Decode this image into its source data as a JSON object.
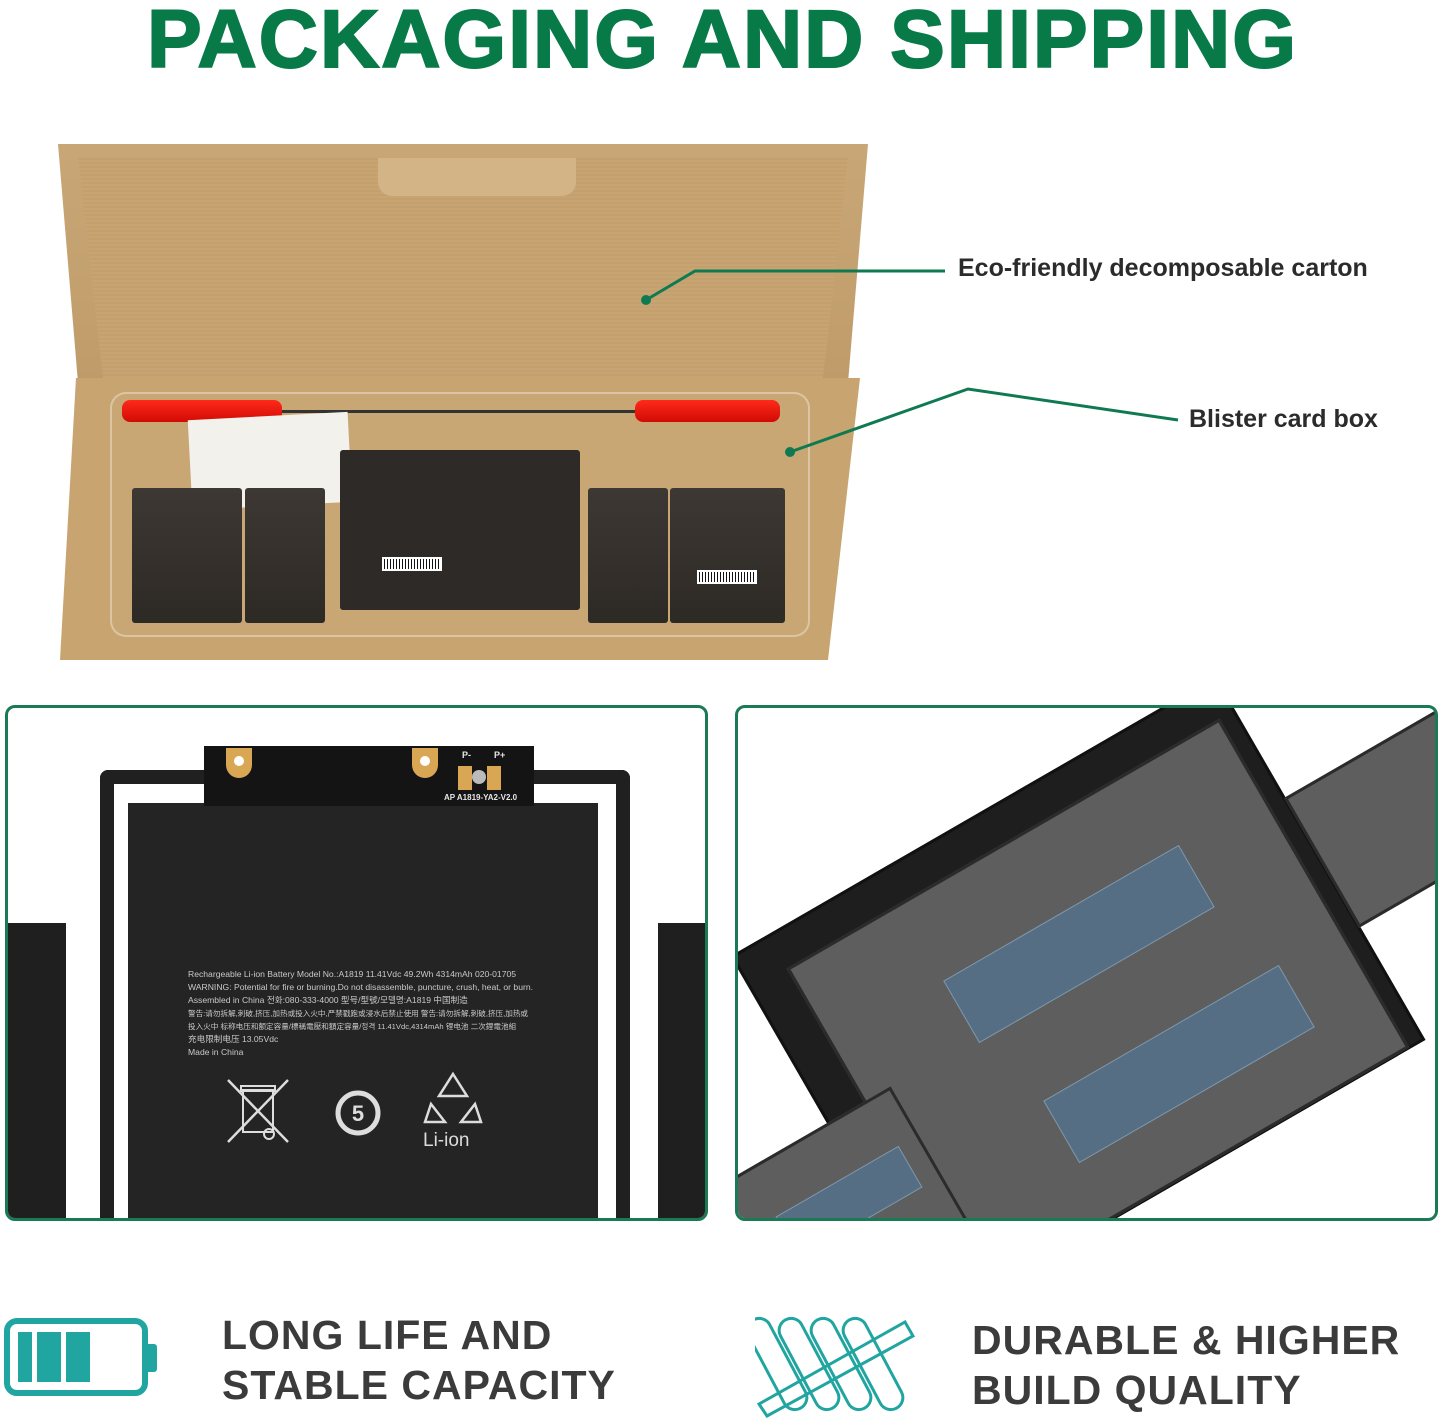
{
  "header": {
    "title": "PACKAGING AND SHIPPING",
    "color": "#077a48"
  },
  "packaging_photo": {
    "callouts": [
      {
        "label": "Eco-friendly decomposable carton",
        "target": "carton-lid"
      },
      {
        "label": "Blister card box",
        "target": "blister-tray"
      }
    ],
    "callout_color": "#0f7a52"
  },
  "battery_panel": {
    "pcb": {
      "pin_neg": "P-",
      "pin_pos": "P+",
      "board_code": "AP A1819-YA2-V2.0"
    },
    "label_lines": [
      "Rechargeable Li-ion Battery Model No.:A1819 11.41Vdc 49.2Wh 4314mAh 020-01705",
      "WARNING: Potential for fire or burning.Do not disassemble, puncture, crush, heat, or burn.",
      "Assembled in China 전화:080-333-4000 型号/型號/모델명:A1819 中国制造",
      "警告:请勿拆解,刺破,挤压,加热或投入火中,严禁戳跑或浸水后禁止使用 警告:请勿拆解,刺破,挤压,加热或",
      "投入火中 标称电压和额定容量/標稱電壓和額定容量/정격 11.41Vdc,4314mAh 锂电池 二次鋰電池組",
      "充电限制电压 13.05Vdc",
      "Made in China"
    ],
    "symbols": {
      "weee": "crossed-out-bin",
      "efup": "5",
      "recycle_label": "Li-ion"
    },
    "border_color": "#1a7a55"
  },
  "angled_panel": {
    "border_color": "#1a7a55",
    "strip_color": "#566e83"
  },
  "features": [
    {
      "icon": "battery-icon",
      "line1": "LONG LIFE AND",
      "line2": "STABLE CAPACITY",
      "icon_color": "#20a5a0"
    },
    {
      "icon": "twisted-wire-icon",
      "line1": "DURABLE & HIGHER",
      "line2": "BUILD QUALITY",
      "icon_color": "#20a5a0"
    }
  ]
}
